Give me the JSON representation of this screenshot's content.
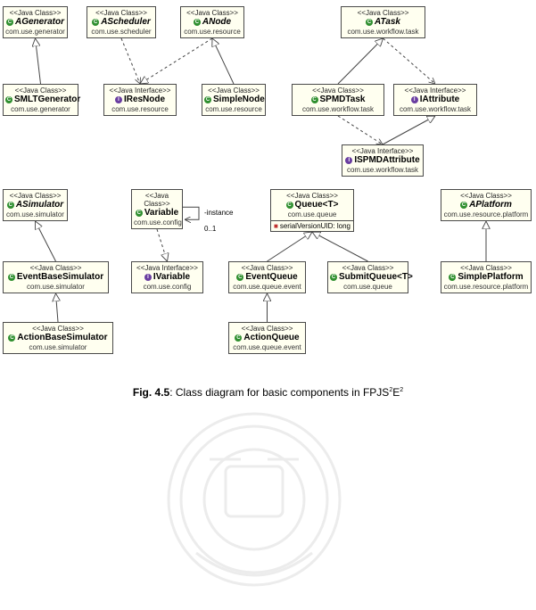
{
  "nodes": [
    {
      "id": "agenerator",
      "stereotype": "<<Java Class>>",
      "name": "AGenerator",
      "package": "com.use.generator",
      "kind": "class",
      "abstract": true
    },
    {
      "id": "ascheduler",
      "stereotype": "<<Java Class>>",
      "name": "AScheduler",
      "package": "com.use.scheduler",
      "kind": "class",
      "abstract": true
    },
    {
      "id": "anode",
      "stereotype": "<<Java Class>>",
      "name": "ANode",
      "package": "com.use.resource",
      "kind": "class",
      "abstract": true
    },
    {
      "id": "atask",
      "stereotype": "<<Java Class>>",
      "name": "ATask",
      "package": "com.use.workflow.task",
      "kind": "class",
      "abstract": true
    },
    {
      "id": "smltgenerator",
      "stereotype": "<<Java Class>>",
      "name": "SMLTGenerator",
      "package": "com.use.generator",
      "kind": "class",
      "abstract": false
    },
    {
      "id": "iresnode",
      "stereotype": "<<Java Interface>>",
      "name": "IResNode",
      "package": "com.use.resource",
      "kind": "interface",
      "abstract": false
    },
    {
      "id": "simplenode",
      "stereotype": "<<Java Class>>",
      "name": "SimpleNode",
      "package": "com.use.resource",
      "kind": "class",
      "abstract": false
    },
    {
      "id": "spmdtask",
      "stereotype": "<<Java Class>>",
      "name": "SPMDTask",
      "package": "com.use.workflow.task",
      "kind": "class",
      "abstract": false
    },
    {
      "id": "iattribute",
      "stereotype": "<<Java Interface>>",
      "name": "IAttribute",
      "package": "com.use.workflow.task",
      "kind": "interface",
      "abstract": false
    },
    {
      "id": "ispmdattribute",
      "stereotype": "<<Java Interface>>",
      "name": "ISPMDAttribute",
      "package": "com.use.workflow.task",
      "kind": "interface",
      "abstract": false
    },
    {
      "id": "asimulator",
      "stereotype": "<<Java Class>>",
      "name": "ASimulator",
      "package": "com.use.simulator",
      "kind": "class",
      "abstract": true
    },
    {
      "id": "variable",
      "stereotype": "<<Java Class>>",
      "name": "Variable",
      "package": "com.use.config",
      "kind": "class",
      "abstract": false
    },
    {
      "id": "queue",
      "stereotype": "<<Java Class>>",
      "name": "Queue<T>",
      "package": "com.use.queue",
      "kind": "class",
      "abstract": false,
      "attribute": "serialVersionUID: long"
    },
    {
      "id": "aplatform",
      "stereotype": "<<Java Class>>",
      "name": "APlatform",
      "package": "com.use.resource.platform",
      "kind": "class",
      "abstract": true
    },
    {
      "id": "eventbasesimulator",
      "stereotype": "<<Java Class>>",
      "name": "EventBaseSimulator",
      "package": "com.use.simulator",
      "kind": "class",
      "abstract": false
    },
    {
      "id": "ivariable",
      "stereotype": "<<Java Interface>>",
      "name": "IVariable",
      "package": "com.use.config",
      "kind": "interface",
      "abstract": false
    },
    {
      "id": "eventqueue",
      "stereotype": "<<Java Class>>",
      "name": "EventQueue",
      "package": "com.use.queue.event",
      "kind": "class",
      "abstract": false
    },
    {
      "id": "submitqueue",
      "stereotype": "<<Java Class>>",
      "name": "SubmitQueue<T>",
      "package": "com.use.queue",
      "kind": "class",
      "abstract": false
    },
    {
      "id": "simpleplatform",
      "stereotype": "<<Java Class>>",
      "name": "SimplePlatform",
      "package": "com.use.resource.platform",
      "kind": "class",
      "abstract": false
    },
    {
      "id": "actionbasesimulator",
      "stereotype": "<<Java Class>>",
      "name": "ActionBaseSimulator",
      "package": "com.use.simulator",
      "kind": "class",
      "abstract": false
    },
    {
      "id": "actionqueue",
      "stereotype": "<<Java Class>>",
      "name": "ActionQueue",
      "package": "com.use.queue.event",
      "kind": "class",
      "abstract": false
    }
  ],
  "edges": [
    {
      "from": "smltgenerator",
      "to": "agenerator",
      "type": "extends"
    },
    {
      "from": "ascheduler",
      "to": "iresnode",
      "type": "depends"
    },
    {
      "from": "anode",
      "to": "iresnode",
      "type": "implements"
    },
    {
      "from": "simplenode",
      "to": "anode",
      "type": "extends"
    },
    {
      "from": "spmdtask",
      "to": "atask",
      "type": "extends"
    },
    {
      "from": "atask",
      "to": "iattribute",
      "type": "depends"
    },
    {
      "from": "spmdtask",
      "to": "ispmdattribute",
      "type": "depends"
    },
    {
      "from": "ispmdattribute",
      "to": "iattribute",
      "type": "extends"
    },
    {
      "from": "eventbasesimulator",
      "to": "asimulator",
      "type": "extends"
    },
    {
      "from": "actionbasesimulator",
      "to": "eventbasesimulator",
      "type": "extends"
    },
    {
      "from": "variable",
      "to": "ivariable",
      "type": "implements"
    },
    {
      "from": "eventqueue",
      "to": "queue",
      "type": "extends"
    },
    {
      "from": "submitqueue",
      "to": "queue",
      "type": "extends"
    },
    {
      "from": "actionqueue",
      "to": "eventqueue",
      "type": "extends"
    },
    {
      "from": "simpleplatform",
      "to": "aplatform",
      "type": "extends"
    },
    {
      "from": "variable",
      "to": "variable",
      "type": "association"
    }
  ],
  "self_association": {
    "role": "-instance",
    "multiplicity": "0..1"
  },
  "caption": {
    "label": "Fig. 4.5",
    "text": ": Class diagram for basic components in FPJS",
    "sup1": "2",
    "text2": "E",
    "sup2": "2"
  }
}
